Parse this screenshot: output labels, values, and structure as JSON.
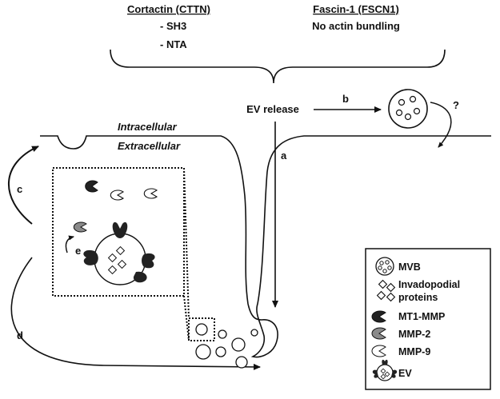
{
  "header": {
    "cortactin_title": "Cortactin (CTTN)",
    "cortactin_item1": "- SH3",
    "cortactin_item2": "- NTA",
    "fascin_title": "Fascin-1 (FSCN1)",
    "fascin_text": "No actin bundling"
  },
  "labels": {
    "ev_release": "EV release",
    "intracellular": "Intracellular",
    "extracellular": "Extracellular",
    "a": "a",
    "b": "b",
    "c": "c",
    "d": "d",
    "e": "e",
    "question": "?"
  },
  "legend": {
    "mvb": "MVB",
    "invado_line1": "Invadopodial",
    "invado_line2": "proteins",
    "mt1": "MT1-MMP",
    "mmp2": "MMP-2",
    "mmp9": "MMP-9",
    "ev": "EV"
  },
  "colors": {
    "mt1_mmp": "#222222",
    "mmp2": "#8a8a8a",
    "mmp9": "#ffffff",
    "line": "#111111"
  }
}
